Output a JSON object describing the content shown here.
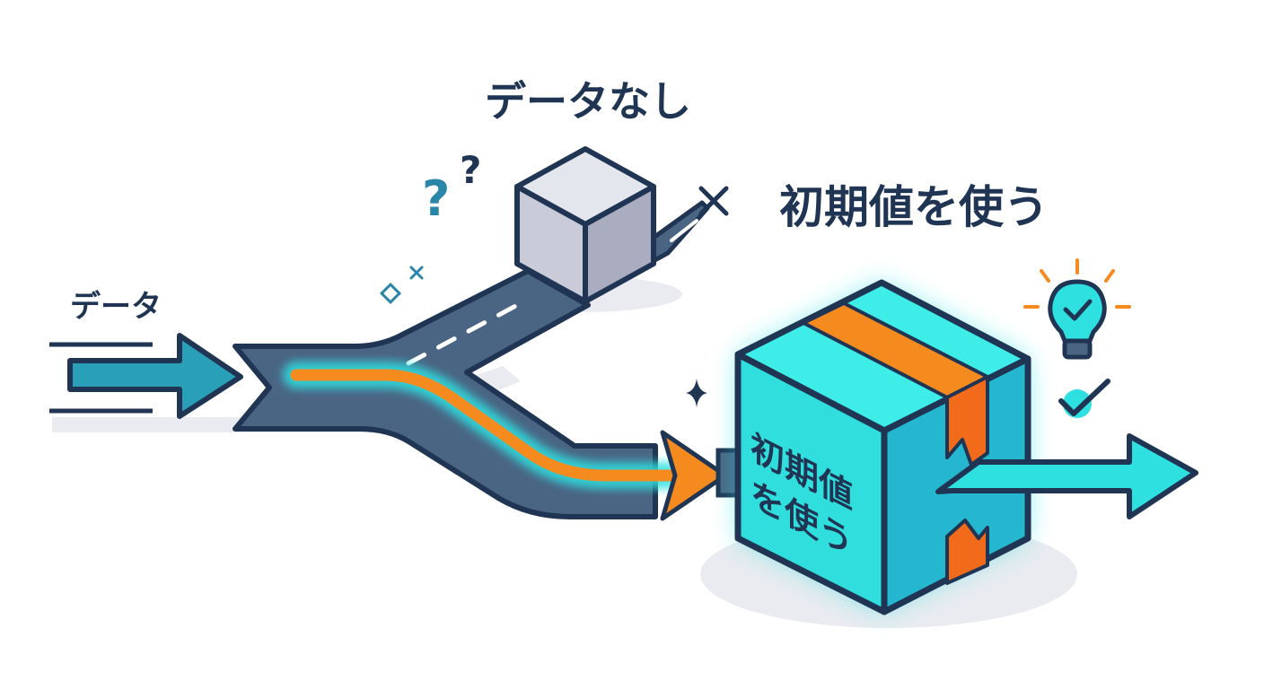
{
  "labels": {
    "input": "データ",
    "missing": "データなし",
    "use_default": "初期値を使う"
  },
  "default_box": {
    "line1": "初期値",
    "line2": "を使う"
  },
  "icons": {
    "question": "question-marks-icon",
    "reject": "x-mark-icon",
    "idea": "lightbulb-icon",
    "confirm": "checkmark-icon",
    "sparkle": "sparkle-icon"
  },
  "colors": {
    "navy": "#1f3553",
    "road": "#4a6584",
    "cyan": "#2ee0e0",
    "teal": "#2aa0b8",
    "orange": "#f58a1f",
    "gray_box": "#c9ccd8"
  }
}
